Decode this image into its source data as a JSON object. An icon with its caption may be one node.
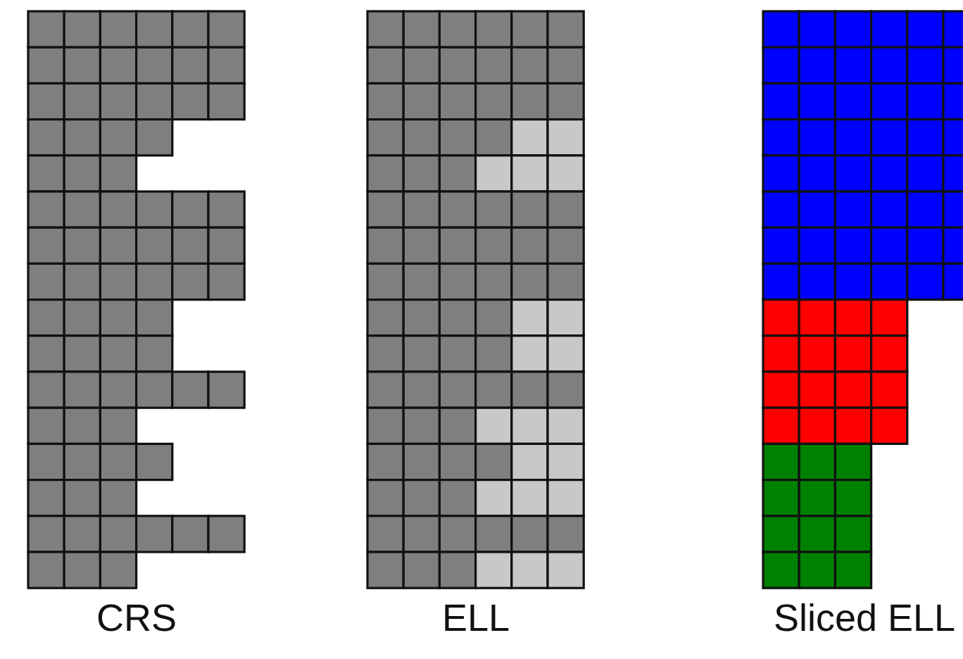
{
  "diagram": {
    "labels": [
      "CRS",
      "ELL",
      "Sliced ELL"
    ]
  }
}
